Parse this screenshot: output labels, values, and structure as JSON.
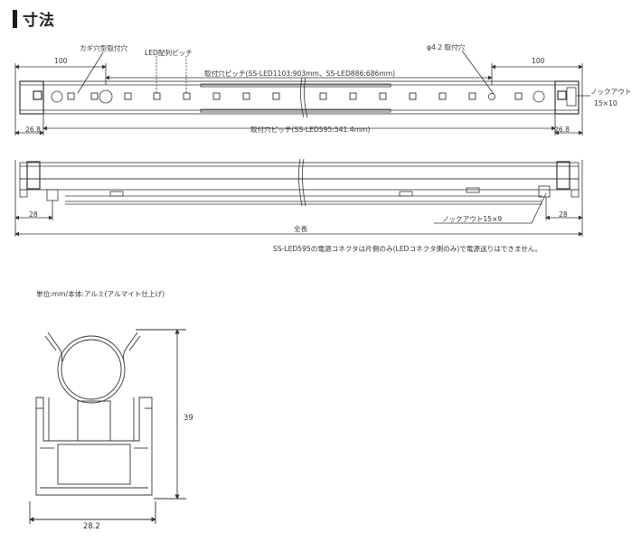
{
  "title": "寸法",
  "labels": {
    "dim_left_100": "100",
    "dim_right_100": "100",
    "keyhole": "カギ穴型取付穴",
    "led_pitch": "LED配列ピッチ",
    "hole_dia": "φ4.2 取付穴",
    "pitch_top": "取付穴ピッチ(SS-LED1103:903mm、SS-LED886:686mm)",
    "knockout_top_1": "ノックアウト",
    "knockout_top_2": "15×10",
    "dim_26_8_left": "26.8",
    "dim_26_8_right": "26.8",
    "pitch_bottom": "取付穴ピッチ(SS-LED595:541.4mm)",
    "dim_28_left": "28",
    "dim_28_right": "28",
    "knockout_side": "ノックアウト15×9",
    "total_length": "全長",
    "note": "SS-LED595の電源コネクタは片側のみ(LEDコネクタ側のみ)で電源送りはできません。",
    "unit": "単位:mm/本体:アルミ(アルマイト仕上げ)",
    "height_39": "39",
    "width_28_2": "28.2"
  }
}
